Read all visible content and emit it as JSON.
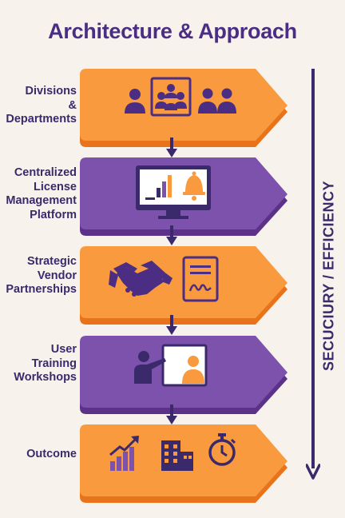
{
  "title": "Architecture & Approach",
  "steps": [
    {
      "label_lines": [
        "Divisions",
        "&",
        "Departments"
      ],
      "color": "orange",
      "icons": [
        "person-icon",
        "group-meeting-icon",
        "team-icon"
      ]
    },
    {
      "label_lines": [
        "Centralized",
        "License",
        "Management",
        "Platform"
      ],
      "color": "purple",
      "icons": [
        "dashboard-monitor-icon",
        "bar-chart-icon",
        "bell-icon"
      ]
    },
    {
      "label_lines": [
        "Strategic",
        "Vendor",
        "Partnerships"
      ],
      "color": "orange",
      "icons": [
        "handshake-icon",
        "contract-document-icon"
      ]
    },
    {
      "label_lines": [
        "User",
        "Training",
        "Workshops"
      ],
      "color": "purple",
      "icons": [
        "presenter-icon",
        "whiteboard-icon"
      ]
    },
    {
      "label_lines": [
        "Outcome"
      ],
      "color": "orange",
      "icons": [
        "growth-chart-icon",
        "building-icon",
        "stopwatch-icon"
      ]
    }
  ],
  "side_axis": {
    "label": "SECUCIURY / EFFICIENCY",
    "direction": "down"
  },
  "colors": {
    "orange": "#f89a3d",
    "orange_dark": "#e8731a",
    "purple": "#7d52ad",
    "purple_dark": "#5b3288",
    "ink": "#3b2a6b",
    "title": "#4b2e83",
    "background": "#f7f3ec"
  }
}
